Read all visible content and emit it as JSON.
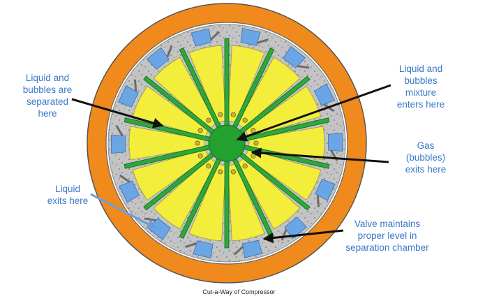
{
  "labels": {
    "separated": [
      "Liquid and",
      "bubbles are",
      "separated",
      "here"
    ],
    "mixture": [
      "Liquid and",
      "bubbles",
      "mixture",
      "enters here"
    ],
    "gas": [
      "Gas",
      "(bubbles)",
      "exits here"
    ],
    "liquid_exit": [
      "Liquid",
      "exits here"
    ],
    "valve": [
      "Valve maintains",
      "proper level in",
      "separation chamber"
    ]
  },
  "caption": "Cut-a-Way of Compressor",
  "colors": {
    "outer_ring": "#f08a1c",
    "concrete": "#bfbfbf",
    "chamber": "#f3ee3c",
    "vane": "#2ea83a",
    "hub": "#23a12e",
    "valve": "#6aa6e6",
    "label_text": "#3a78c8",
    "arrow_black": "#111111",
    "arrow_blue": "#6f9ed6"
  }
}
